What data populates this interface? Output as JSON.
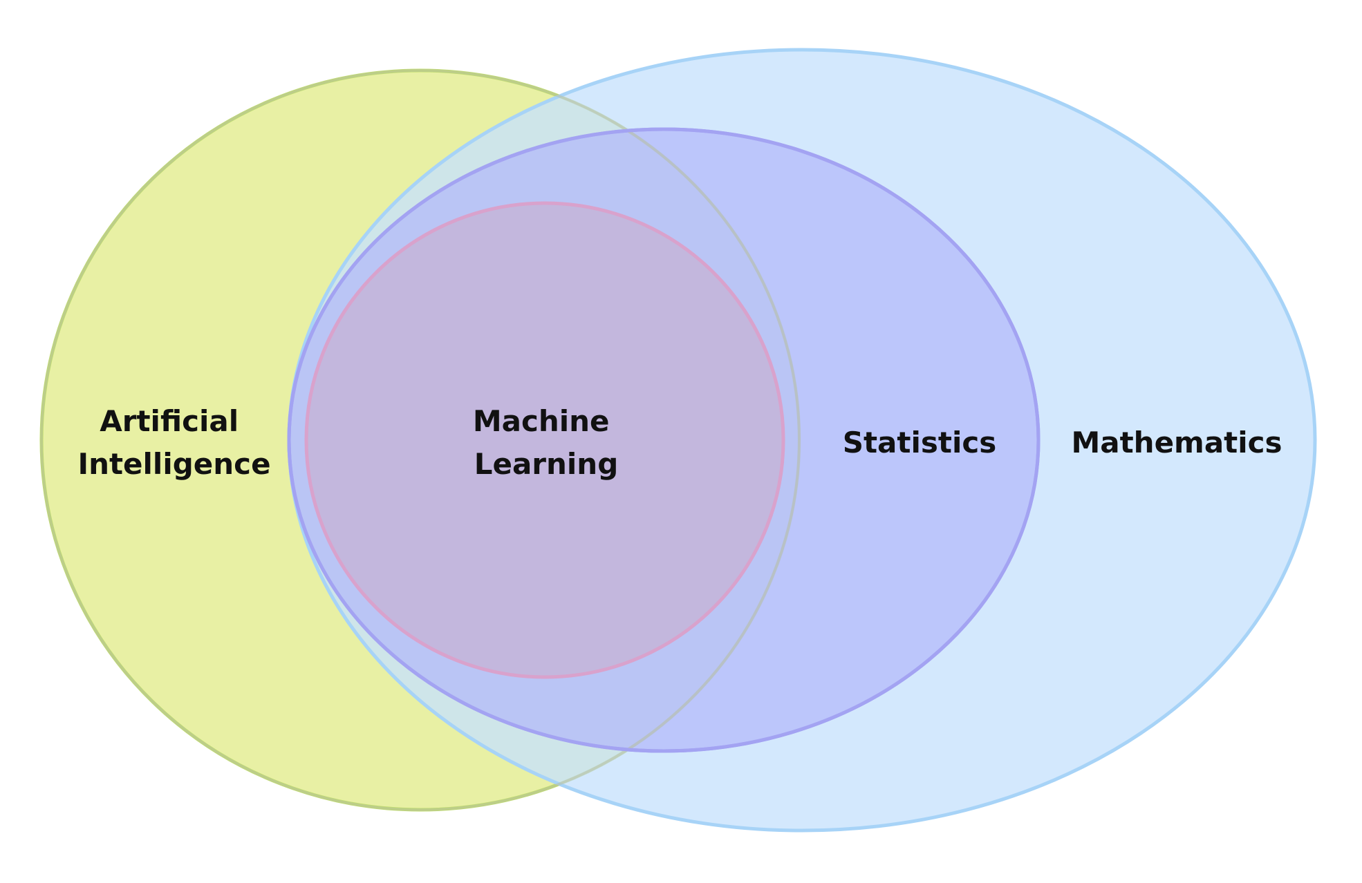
{
  "diagram": {
    "type": "venn",
    "sets": [
      {
        "id": "ai",
        "label_lines": [
          "Artificial",
          "Intelligence"
        ],
        "fill": "#e8f0a4",
        "stroke": "#c2e06a"
      },
      {
        "id": "math",
        "label_lines": [
          "Mathematics"
        ],
        "fill": "#c6e2fd",
        "stroke": "#a7d3f7"
      },
      {
        "id": "stats",
        "label_lines": [
          "Statistics"
        ],
        "fill": "#b3b9fa",
        "stroke": "#a3a3f2"
      },
      {
        "id": "ml",
        "label_lines": [
          "Machine",
          "Learning"
        ],
        "fill": "#c6b1d4",
        "stroke": "#d9a2cc"
      }
    ]
  }
}
